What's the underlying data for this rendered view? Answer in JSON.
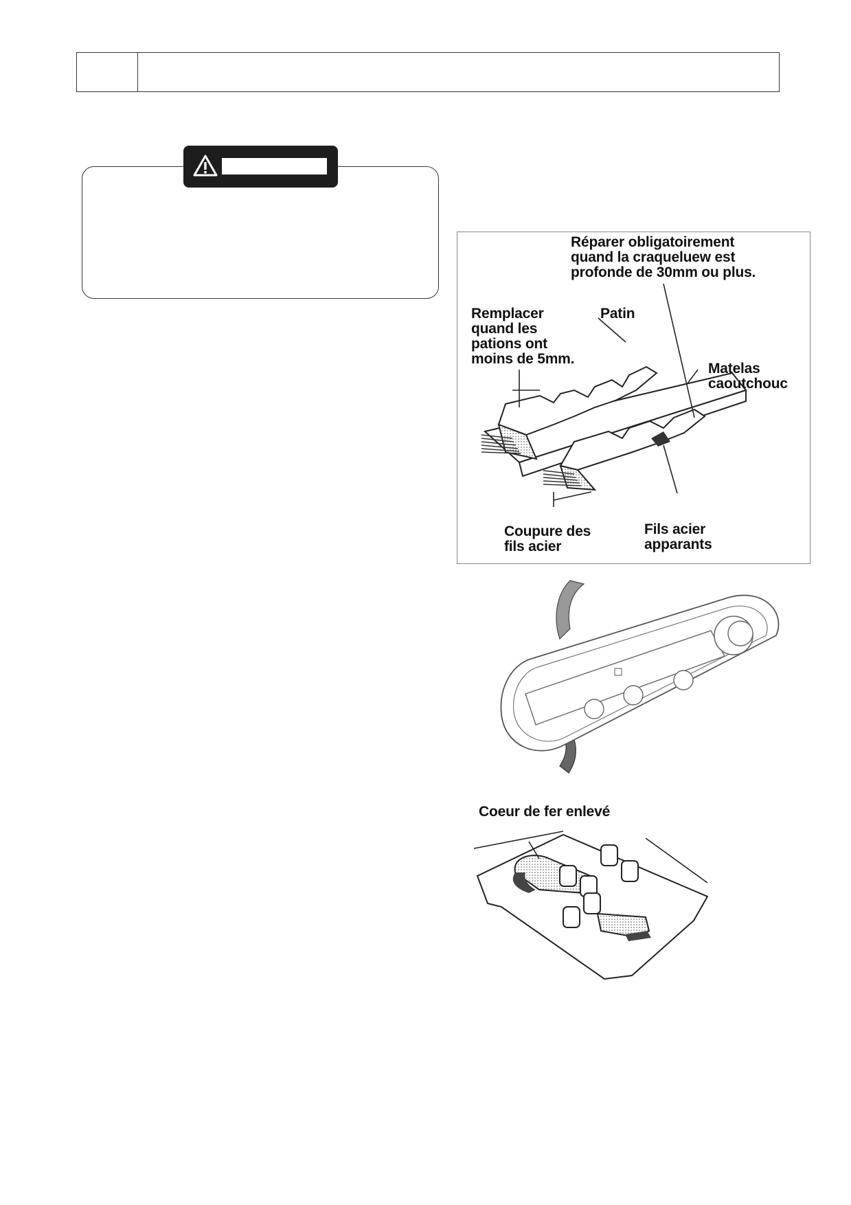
{
  "header": {
    "cell_text": "",
    "title": ""
  },
  "warning": {
    "icon": "warning-triangle-icon",
    "label": "",
    "body": ""
  },
  "figure_track_wear": {
    "label_repair": "Réparer obligatoirement\nquand la craqueluew est\nprofonde de 30mm ou plus.",
    "label_replace": "Remplacer\nquand les\npations ont\nmoins de 5mm.",
    "label_patin": "Patin",
    "label_matelas": "Matelas\ncaoutchouc",
    "label_coupure": "Coupure des\nfils acier",
    "label_fils": "Fils acier\napparants"
  },
  "figure_core": {
    "label": "Coeur de fer enlevé"
  }
}
